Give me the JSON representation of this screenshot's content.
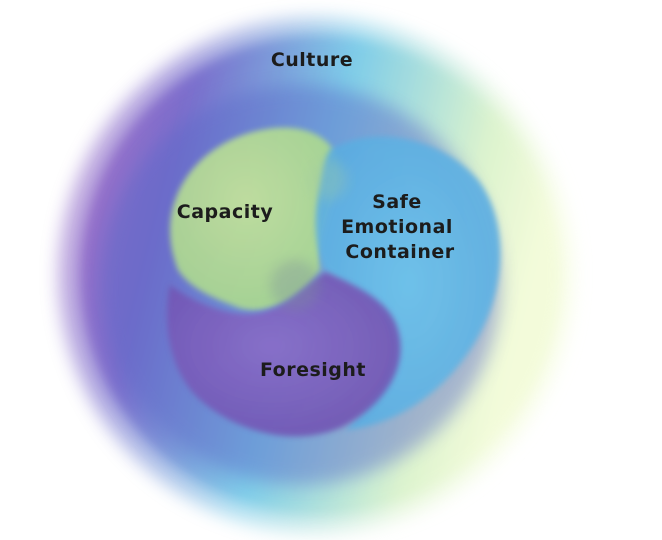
{
  "diagram": {
    "outer_label": "Culture",
    "segments": [
      {
        "id": "capacity",
        "label": "Capacity",
        "color": "#b9dd8c"
      },
      {
        "id": "container",
        "label_lines": [
          "Safe",
          "Emotional",
          "Container"
        ],
        "color": "#6fc3e6"
      },
      {
        "id": "foresight",
        "label": "Foresight",
        "color": "#7c5fb8"
      }
    ],
    "ring_colors": [
      "#e9f8c6",
      "#8fd4ea",
      "#5e63c4",
      "#9a5cc0"
    ]
  }
}
